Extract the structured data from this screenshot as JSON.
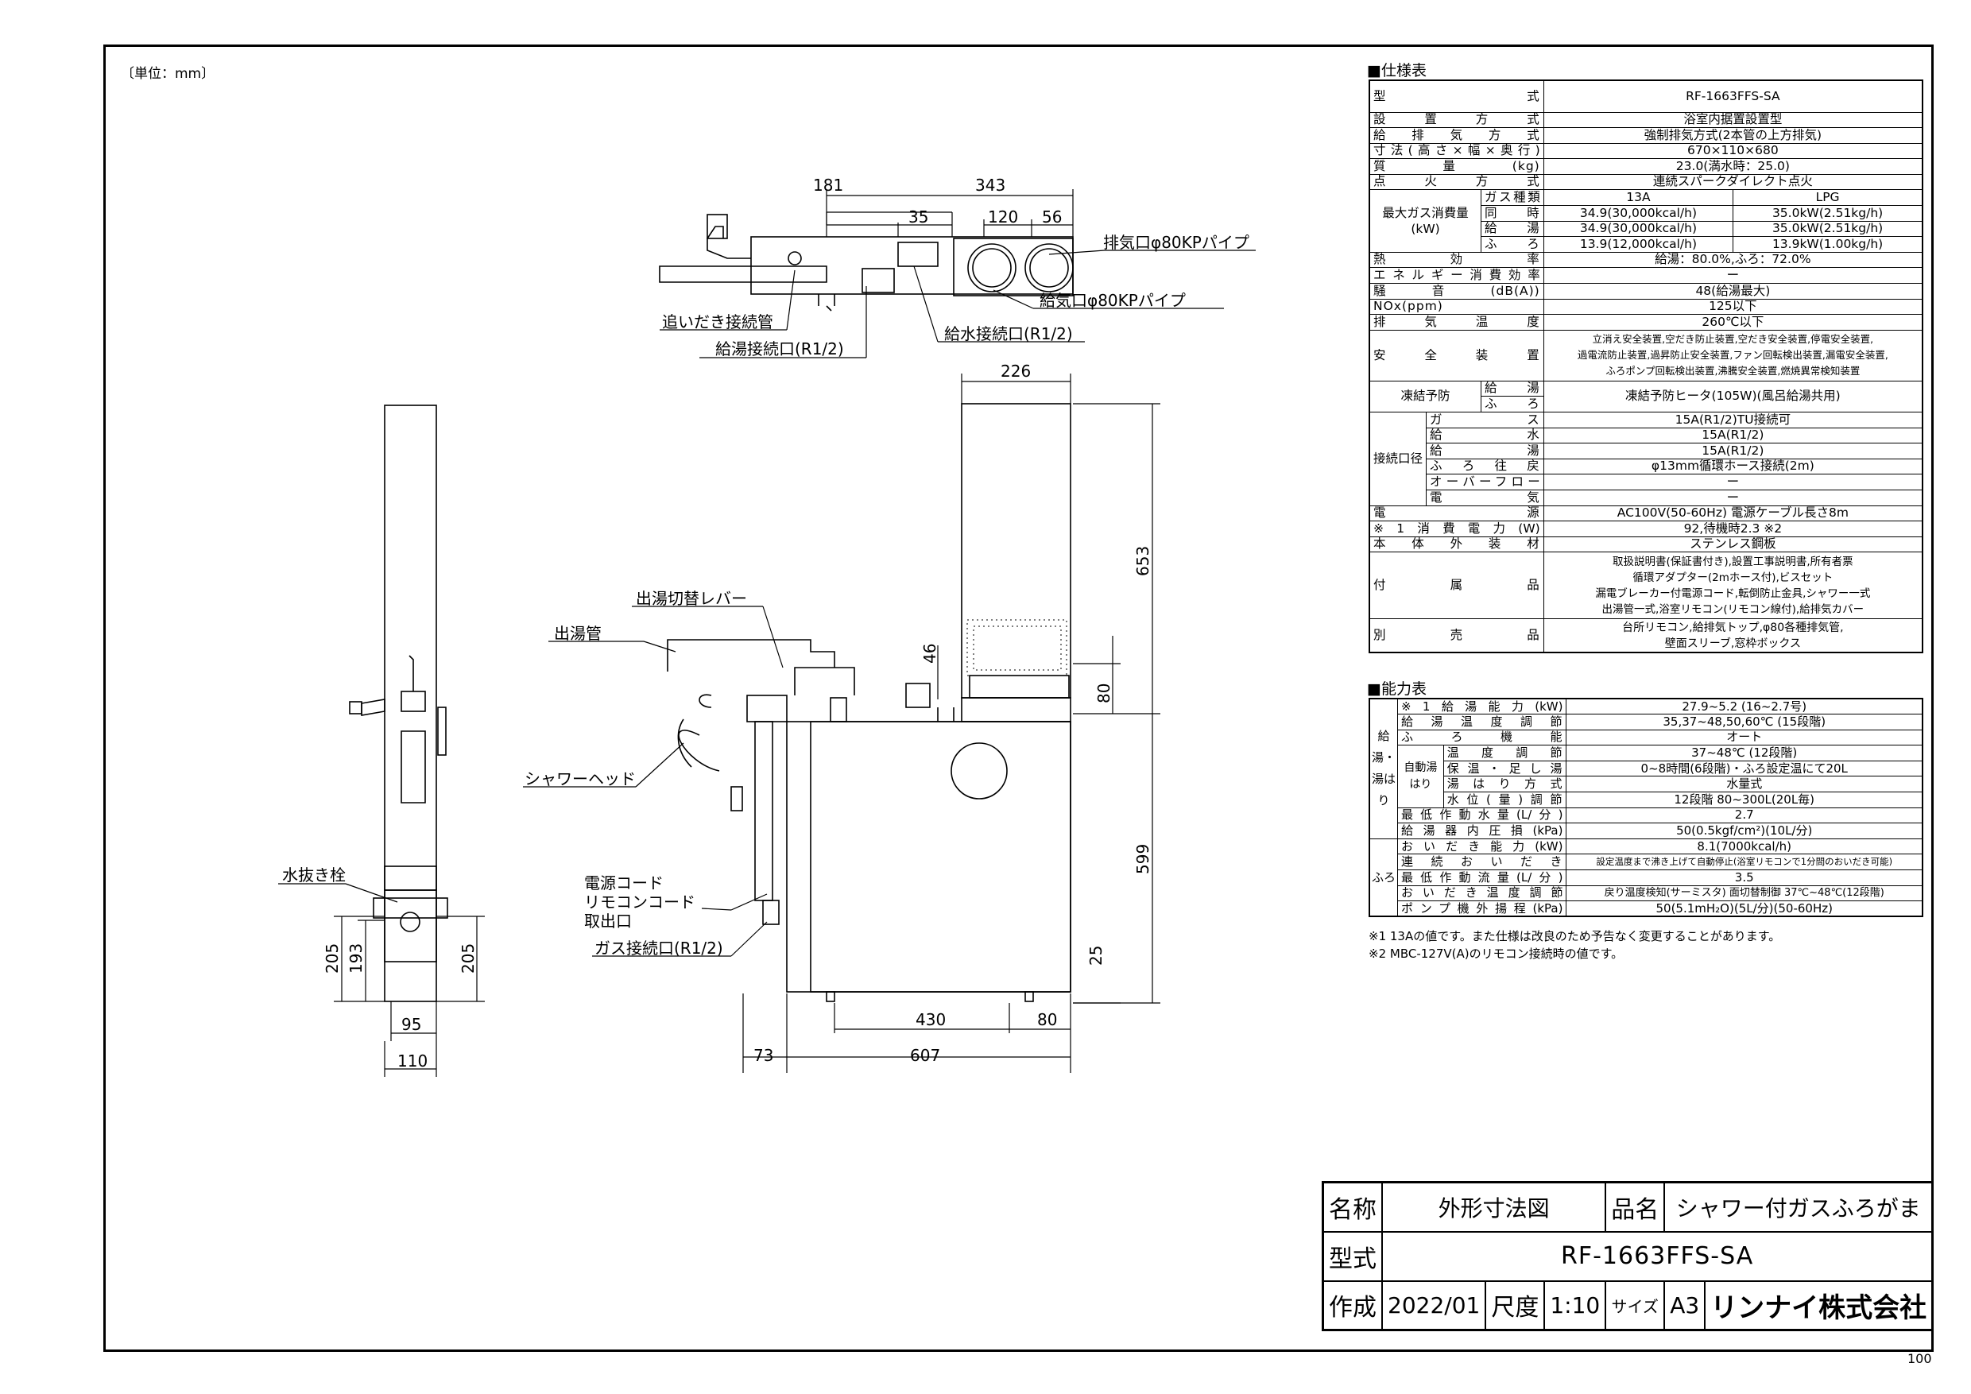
{
  "unit_note": "〔単位：mm〕",
  "page_number": "100",
  "drawing": {
    "dims": {
      "d181": "181",
      "d343": "343",
      "d35": "35",
      "d120": "120",
      "d56": "56",
      "d226": "226",
      "d653": "653",
      "d599": "599",
      "d46": "46",
      "d80a": "80",
      "d25": "25",
      "d430": "430",
      "d80b": "80",
      "d73": "73",
      "d607": "607",
      "d205a": "205",
      "d193": "193",
      "d205b": "205",
      "d95": "95",
      "d110": "110"
    },
    "labels": {
      "exhaust": "排気口φ80KPパイプ",
      "intake": "給気口φ80KPパイプ",
      "oidaki": "追いだき接続管",
      "kyuto": "給湯接続口(R1/2)",
      "kyusui": "給水接続口(R1/2)",
      "lever": "出湯切替レバー",
      "detou": "出湯管",
      "shower": "シャワーヘッド",
      "mizunuki": "水抜き栓",
      "cord1": "電源コード",
      "cord2": "リモコンコード",
      "toridashi": "取出口",
      "gas": "ガス接続口(R1/2)"
    }
  },
  "spec": {
    "title": "■仕様表",
    "rows": {
      "model_l": "型　　式",
      "model_v": "RF-1663FFS-SA",
      "install_l": "設置方式",
      "install_v": "浴室内据置設置型",
      "kyuhai_l": "給排気方式",
      "kyuhai_v": "強制排気方式(2本管の上方排気)",
      "size_l": "寸法(高さ×幅×奥行)",
      "size_v": "670×110×680",
      "mass_l": "質量(kg)",
      "mass_v": "23.0(満水時：25.0)",
      "ignition_l": "点火方式",
      "ignition_v": "連続スパークダイレクト点火",
      "gas_l1": "最大ガス消費量",
      "gas_l2": "(kW)",
      "gas_kind": "ガス種類",
      "gas_13a": "13A",
      "gas_lpg": "LPG",
      "gas_r1": "同　時",
      "gas_r1a": "34.9(30,000kcal/h)",
      "gas_r1b": "35.0kW(2.51kg/h)",
      "gas_r2": "給　湯",
      "gas_r2a": "34.9(30,000kcal/h)",
      "gas_r2b": "35.0kW(2.51kg/h)",
      "gas_r3": "ふ　ろ",
      "gas_r3a": "13.9(12,000kcal/h)",
      "gas_r3b": "13.9kW(1.00kg/h)",
      "eff_l": "熱効率",
      "eff_v": "給湯：80.0%,ふろ：72.0%",
      "energy_l": "エネルギー消費効率",
      "energy_v": "ー",
      "noise_l": "騒音(dB(A))",
      "noise_v": "48(給湯最大)",
      "nox_l": "NOx(ppm)",
      "nox_v": "125以下",
      "exhtemp_l": "排気温度",
      "exhtemp_v": "260℃以下",
      "safety_l": "安全装置",
      "safety_v1": "立消え安全装置,空だき防止装置,空だき安全装置,停電安全装置,",
      "safety_v2": "過電流防止装置,過昇防止安全装置,ファン回転検出装置,漏電安全装置,",
      "safety_v3": "ふろポンプ回転検出装置,沸騰安全装置,燃焼異常検知装置",
      "freeze_l": "凍結予防",
      "freeze_a": "給湯",
      "freeze_b": "ふろ",
      "freeze_v": "凍結予防ヒータ(105W)(風呂給湯共用)",
      "conn_l": "接続口径",
      "conn_gas": "ガス",
      "conn_gas_v": "15A(R1/2)TU接続可",
      "conn_water": "給水",
      "conn_water_v": "15A(R1/2)",
      "conn_hot": "給湯",
      "conn_hot_v": "15A(R1/2)",
      "conn_bath": "ふろ往戻",
      "conn_bath_v": "φ13mm循環ホース接続(2m)",
      "conn_over": "オーバーフロー",
      "conn_over_v": "ー",
      "conn_elec": "電気",
      "conn_elec_v": "ー",
      "power_l": "電源",
      "power_v": "AC100V(50-60Hz) 電源ケーブル長さ8m",
      "consump_l": "※1消費電力(W)",
      "consump_v": "92,待機時2.3 ※2",
      "exterior_l": "本体外装材",
      "exterior_v": "ステンレス鋼板",
      "acc_l": "付属品",
      "acc_v1": "取扱説明書(保証書付き),設置工事説明書,所有者票",
      "acc_v2": "循環アダプター(2mホース付),ビスセット",
      "acc_v3": "漏電ブレーカー付電源コード,転倒防止金具,シャワー一式",
      "acc_v4": "出湯管一式,浴室リモコン(リモコン線付),給排気カバー",
      "sep_l": "別売品",
      "sep_v1": "台所リモコン,給排気トップ,φ80各種排気管,",
      "sep_v2": "壁面スリーブ,窓枠ボックス"
    }
  },
  "perf": {
    "title": "■能力表",
    "kyuyu": "給湯・湯はり",
    "furo": "ふろ",
    "jido": "自動湯はり",
    "r1_l": "※1給湯能力(kW)",
    "r1_v": "27.9~5.2 (16~2.7号)",
    "r2_l": "給湯温度調節",
    "r2_v": "35,37~48,50,60℃ (15段階)",
    "r3_l": "ふろ機能",
    "r3_v": "オート",
    "r4_l": "温度調節",
    "r4_v": "37~48℃ (12段階)",
    "r5_l": "保温・足し湯",
    "r5_v": "0~8時間(6段階)・ふろ設定温にて20L",
    "r6_l": "湯はり方式",
    "r6_v": "水量式",
    "r7_l": "水位(量)調節",
    "r7_v": "12段階 80~300L(20L毎)",
    "r8_l": "最低作動水量(L/分)",
    "r8_v": "2.7",
    "r9_l": "給湯器内圧損(kPa)",
    "r9_v": "50(0.5kgf/cm²)(10L/分)",
    "r10_l": "おいだき能力(kW)",
    "r10_v": "8.1(7000kcal/h)",
    "r11_l": "連続おいだき",
    "r11_v": "設定温度まで沸き上げて自動停止(浴室リモコンで1分間のおいだき可能)",
    "r12_l": "最低作動流量(L/分)",
    "r12_v": "3.5",
    "r13_l": "おいだき温度調節",
    "r13_v": "戻り温度検知(サーミスタ) 面切替制御 37℃~48℃(12段階)",
    "r14_l": "ポンプ機外揚程(kPa)",
    "r14_v": "50(5.1mH₂O)(5L/分)(50-60Hz)",
    "note1": "※1 13Aの値です。また仕様は改良のため予告なく変更することがあります。",
    "note2": "※2 MBC-127V(A)のリモコン接続時の値です。"
  },
  "title_block": {
    "name_l": "名称",
    "name_v": "外形寸法図",
    "product_l": "品名",
    "product_v": "シャワー付ガスふろがま",
    "model_l": "型式",
    "model_v": "RF-1663FFS-SA",
    "made_l": "作成",
    "made_v": "2022/01",
    "scale_l": "尺度",
    "scale_v": "1:10",
    "size_l": "サイズ",
    "size_v": "A3",
    "company": "リンナイ株式会社"
  }
}
